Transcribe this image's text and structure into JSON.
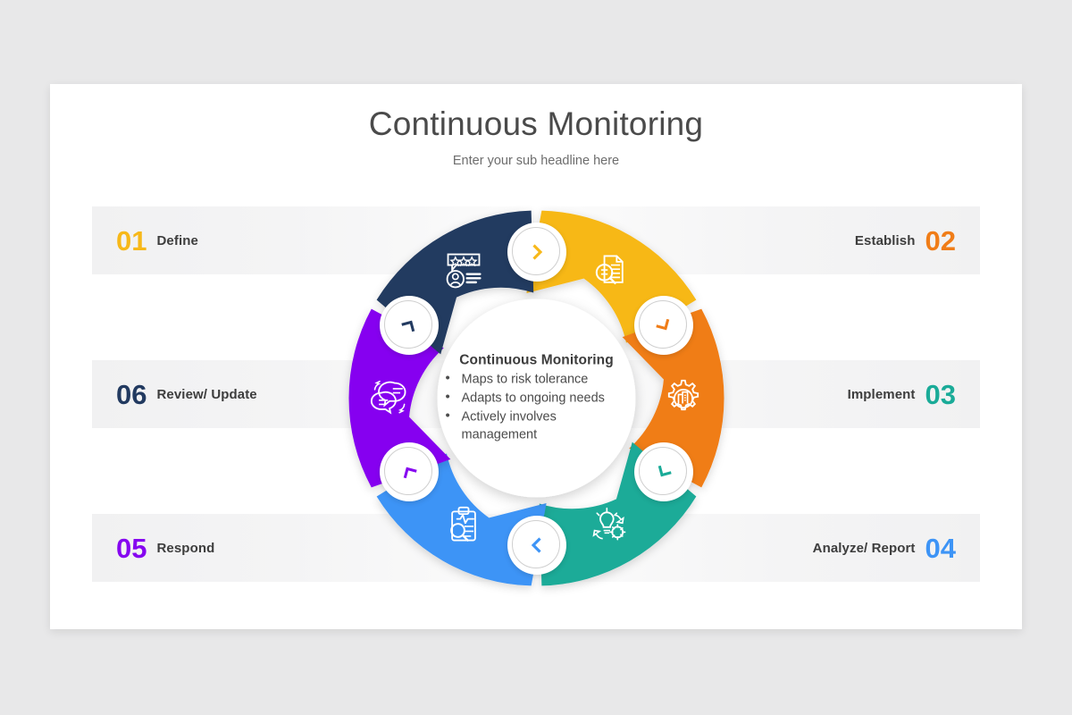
{
  "slide": {
    "title": "Continuous Monitoring",
    "subtitle": "Enter your sub headline here"
  },
  "center": {
    "heading": "Continuous Monitoring",
    "bullets": [
      "Maps to risk tolerance",
      "Adapts to ongoing needs",
      "Actively involves management"
    ]
  },
  "steps": [
    {
      "number": "01",
      "label": "Define",
      "color": "#f7b819",
      "side": "left",
      "row": 1,
      "icon": "document-search-icon"
    },
    {
      "number": "02",
      "label": "Establish",
      "color": "#f07d18",
      "side": "right",
      "row": 1,
      "icon": "gear-building-icon"
    },
    {
      "number": "03",
      "label": "Implement",
      "color": "#1aab98",
      "side": "right",
      "row": 2,
      "icon": "lightbulb-gear-icon"
    },
    {
      "number": "04",
      "label": "Analyze/ Report",
      "color": "#3d94f6",
      "side": "right",
      "row": 3,
      "icon": "clipboard-search-icon"
    },
    {
      "number": "05",
      "label": "Respond",
      "color": "#8606f0",
      "side": "left",
      "row": 3,
      "icon": "chat-bubbles-icon"
    },
    {
      "number": "06",
      "label": "Review/ Update",
      "color": "#223a60",
      "side": "left",
      "row": 2,
      "icon": "review-stars-icon"
    }
  ],
  "wheel": {
    "segment_colors": [
      "#f7b819",
      "#f07d18",
      "#1aab98",
      "#3d94f6",
      "#8606f0",
      "#223a60"
    ],
    "badges": [
      {
        "name": "chevron-badge-top",
        "color": "#f7b819",
        "angle": 0
      },
      {
        "name": "chevron-badge-upper-right",
        "color": "#f07d18",
        "angle": 60
      },
      {
        "name": "chevron-badge-lower-right",
        "color": "#1aab98",
        "angle": 120
      },
      {
        "name": "chevron-badge-bottom",
        "color": "#3d94f6",
        "angle": 180
      },
      {
        "name": "chevron-badge-lower-left",
        "color": "#8606f0",
        "angle": 240
      },
      {
        "name": "chevron-badge-upper-left",
        "color": "#223a60",
        "angle": 300
      }
    ]
  }
}
